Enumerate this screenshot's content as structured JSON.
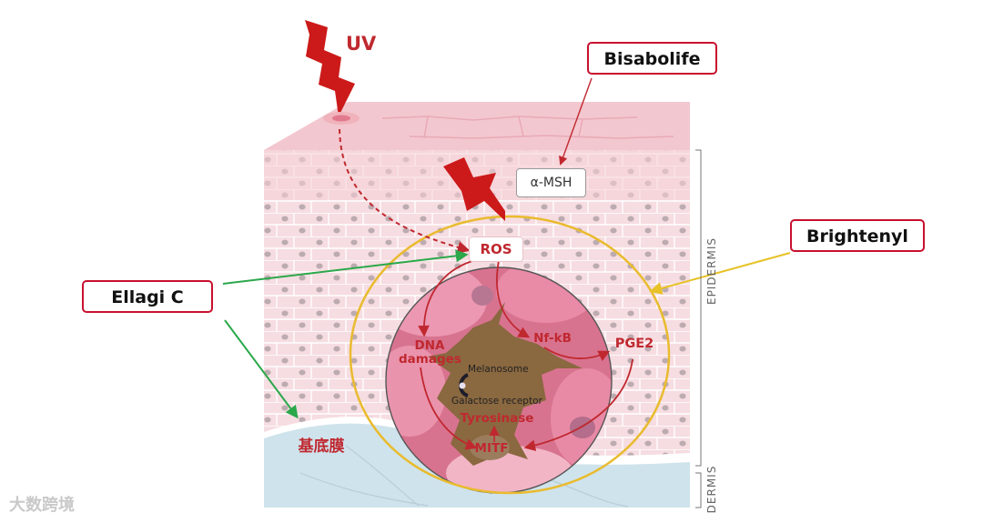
{
  "stimulus": {
    "uv_label": "UV"
  },
  "callouts": {
    "bisabolife": "Bisabolife",
    "brightenyl": "Brightenyl",
    "ellagi_c": "Ellagi C"
  },
  "nodes": {
    "alpha_msh": "α-MSH",
    "ros": "ROS",
    "dna_damages_line1": "DNA",
    "dna_damages_line2": "damages",
    "nf_kb": "Nf-kB",
    "pge2": "PGE2",
    "melanosome": "Melanosome",
    "galactose_receptor": "Galactose receptor",
    "tyrosinase": "Tyrosinase",
    "mitf": "MITF",
    "basement_membrane": "基底膜"
  },
  "layers": {
    "epidermis": "EPIDERMIS",
    "dermis": "DERMIS"
  },
  "watermark": "大数跨境",
  "colors": {
    "red": "#c0282f",
    "callout_border": "#c8102e",
    "green_arrow": "#2aa84a",
    "yellow_arrow": "#e8c227",
    "circle_outline": "#e9bb2e"
  }
}
